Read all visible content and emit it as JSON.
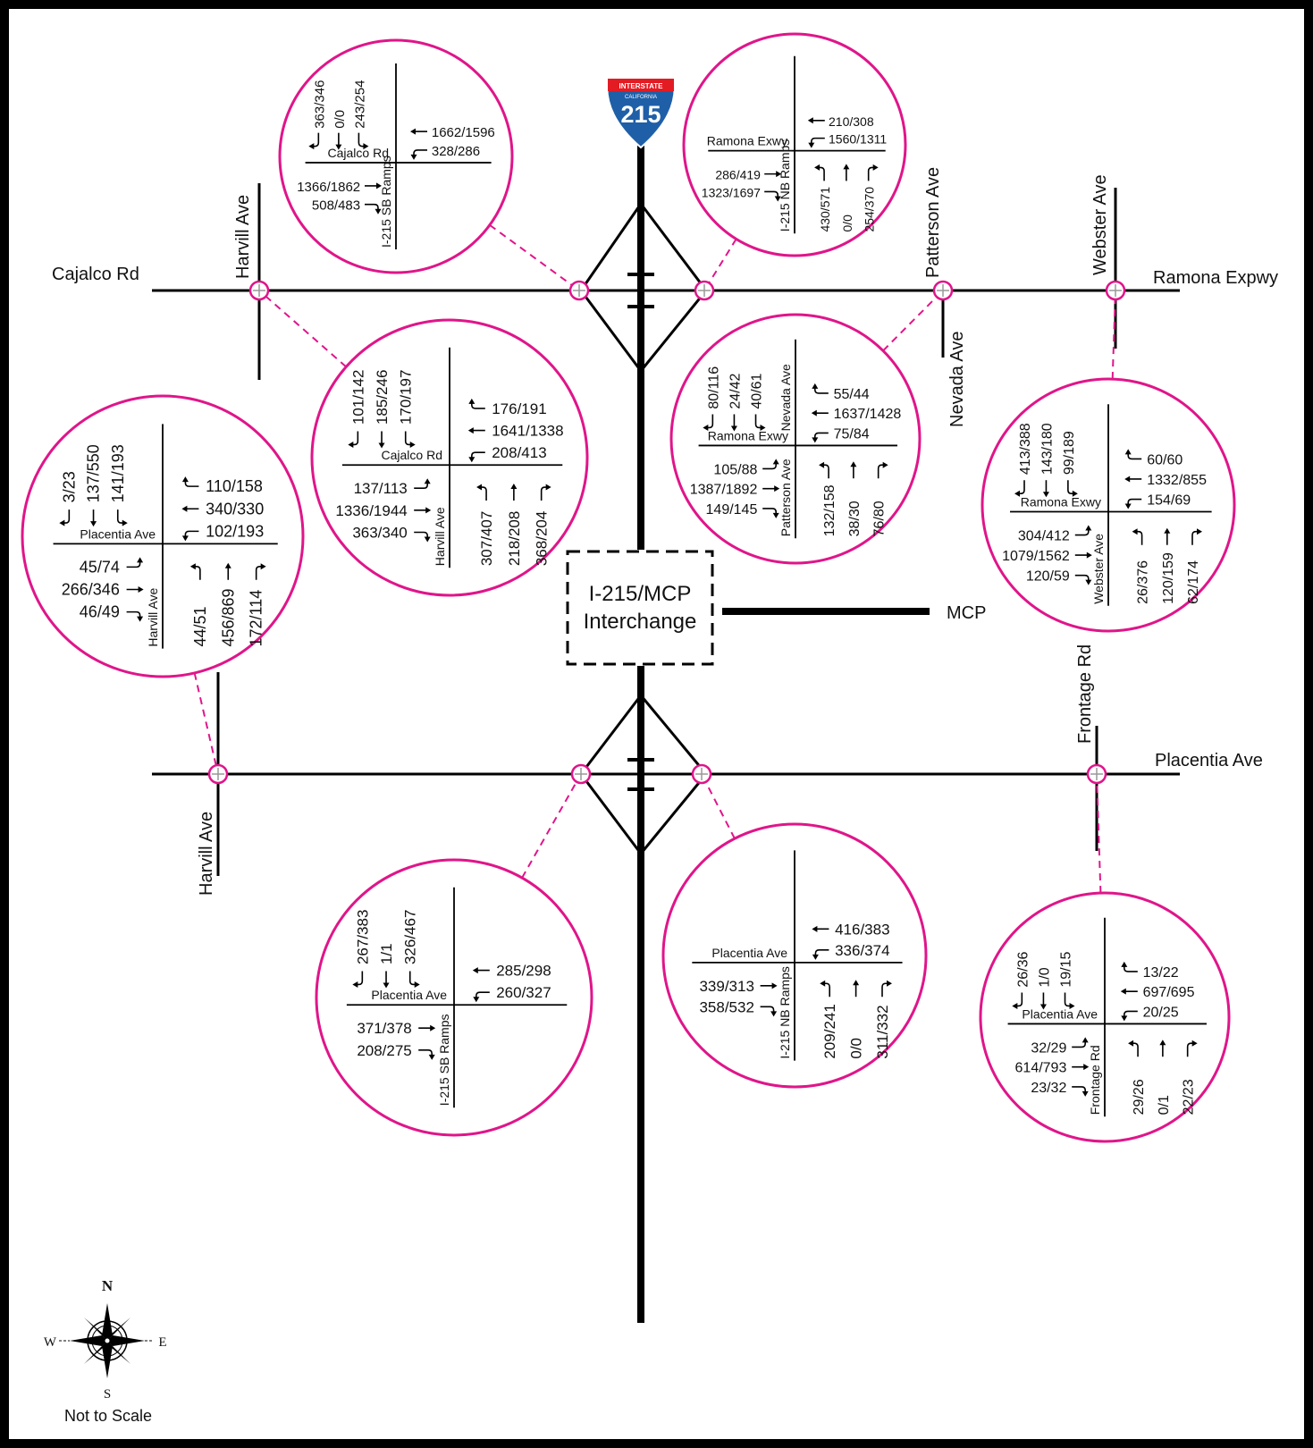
{
  "colors": {
    "accent": "#e0158a",
    "line": "#000000",
    "shield_red": "#e31b23",
    "shield_blue": "#1f5fa8"
  },
  "shield": {
    "top": "INTERSTATE",
    "state": "CALIFORNIA",
    "number": "215"
  },
  "center_label": {
    "line1": "I-215/MCP",
    "line2": "Interchange"
  },
  "roads": {
    "cajalco": "Cajalco Rd",
    "ramona": "Ramona Expwy",
    "placentia": "Placentia Ave",
    "harvill_n": "Harvill Ave",
    "harvill_s": "Harvill Ave",
    "patterson": "Patterson Ave",
    "nevada": "Nevada Ave",
    "webster": "Webster Ave",
    "frontage": "Frontage Rd",
    "mcp": "MCP"
  },
  "compass": {
    "n": "N",
    "s": "S",
    "e": "E",
    "w": "W",
    "note": "Not to Scale"
  },
  "intersections": [
    {
      "id": "cajalco-sb",
      "ew": "Cajalco Rd",
      "ns": "I-215 SB Ramps",
      "north": [
        "363/346",
        "0/0",
        "243/254"
      ],
      "east": [
        "1662/1596",
        "328/286"
      ],
      "west": [
        "1366/1862",
        "508/483"
      ],
      "south": []
    },
    {
      "id": "ramona-nb",
      "ew": "Ramona Exwy",
      "ns": "I-215 NB Ramps",
      "north": [],
      "east": [
        "210/308",
        "1560/1311"
      ],
      "west": [
        "286/419",
        "1323/1697"
      ],
      "south": [
        "430/571",
        "0/0",
        "254/370"
      ]
    },
    {
      "id": "cajalco-harvill",
      "ew": "Cajalco Rd",
      "ns": "Harvill Ave",
      "north": [
        "101/142",
        "185/246",
        "170/197"
      ],
      "east": [
        "176/191",
        "1641/1338",
        "208/413"
      ],
      "west": [
        "137/113",
        "1336/1944",
        "363/340"
      ],
      "south": [
        "307/407",
        "218/208",
        "368/204"
      ]
    },
    {
      "id": "ramona-patterson",
      "ew": "Ramona Exwy",
      "ns": "Patterson Ave",
      "ns2": "Nevada Ave",
      "north": [
        "80/116",
        "24/42",
        "40/61"
      ],
      "east": [
        "55/44",
        "1637/1428",
        "75/84"
      ],
      "west": [
        "105/88",
        "1387/1892",
        "149/145"
      ],
      "south": [
        "132/158",
        "38/30",
        "76/80"
      ]
    },
    {
      "id": "placentia-harvill",
      "ew": "Placentia Ave",
      "ns": "Harvill Ave",
      "north": [
        "3/23",
        "137/550",
        "141/193"
      ],
      "east": [
        "110/158",
        "340/330",
        "102/193"
      ],
      "west": [
        "45/74",
        "266/346",
        "46/49"
      ],
      "south": [
        "44/51",
        "456/869",
        "172/114"
      ]
    },
    {
      "id": "ramona-webster",
      "ew": "Ramona Exwy",
      "ns": "Webster Ave",
      "north": [
        "413/388",
        "143/180",
        "99/189"
      ],
      "east": [
        "60/60",
        "1332/855",
        "154/69"
      ],
      "west": [
        "304/412",
        "1079/1562",
        "120/59"
      ],
      "south": [
        "26/376",
        "120/159",
        "62/174"
      ]
    },
    {
      "id": "placentia-sb",
      "ew": "Placentia Ave",
      "ns": "I-215 SB Ramps",
      "north": [
        "267/383",
        "1/1",
        "326/467"
      ],
      "east": [
        "285/298",
        "260/327"
      ],
      "west": [
        "371/378",
        "208/275"
      ],
      "south": []
    },
    {
      "id": "placentia-nb",
      "ew": "Placentia Ave",
      "ns": "I-215 NB Ramps",
      "north": [],
      "east": [
        "416/383",
        "336/374"
      ],
      "west": [
        "339/313",
        "358/532"
      ],
      "south": [
        "209/241",
        "0/0",
        "311/332"
      ]
    },
    {
      "id": "placentia-frontage",
      "ew": "Placentia Ave",
      "ns": "Frontage Rd",
      "north": [
        "26/36",
        "1/0",
        "19/15"
      ],
      "east": [
        "13/22",
        "697/695",
        "20/25"
      ],
      "west": [
        "32/29",
        "614/793",
        "23/32"
      ],
      "south": [
        "29/26",
        "0/1",
        "22/23"
      ]
    }
  ]
}
